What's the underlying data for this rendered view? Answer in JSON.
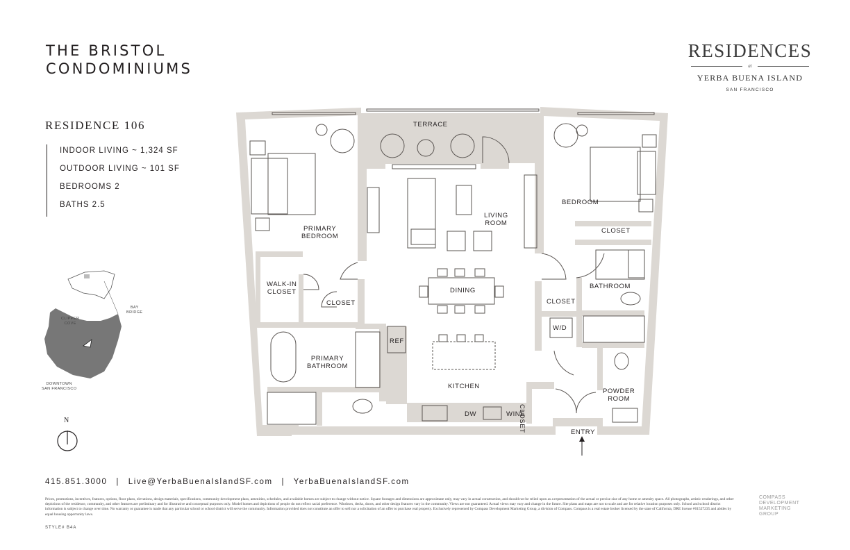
{
  "header": {
    "title_line1": "THE BRISTOL",
    "title_line2": "CONDOMINIUMS"
  },
  "brand": {
    "name": "RESIDENCES",
    "at": "at",
    "location": "YERBA BUENA ISLAND",
    "city": "SAN FRANCISCO"
  },
  "residence": {
    "name": "RESIDENCE 106",
    "specs": [
      "INDOOR LIVING ~ 1,324 SF",
      "OUTDOOR LIVING ~ 101 SF",
      "BEDROOMS 2",
      "BATHS 2.5"
    ]
  },
  "rooms": {
    "terrace": "TERRACE",
    "living_1": "LIVING",
    "living_2": "ROOM",
    "primary_bedroom_1": "PRIMARY",
    "primary_bedroom_2": "BEDROOM",
    "bedroom": "BEDROOM",
    "closet_bedroom": "CLOSET",
    "walkin_1": "WALK-IN",
    "walkin_2": "CLOSET",
    "closet_primary": "CLOSET",
    "dining": "DINING",
    "bathroom": "BATHROOM",
    "closet_hall": "CLOSET",
    "wd": "W/D",
    "ref": "REF",
    "primary_bath_1": "PRIMARY",
    "primary_bath_2": "BATHROOM",
    "kitchen": "KITCHEN",
    "dw": "DW",
    "wine": "WINE",
    "closet_entry": "CLOSET",
    "powder_1": "POWDER",
    "powder_2": "ROOM",
    "entry": "ENTRY"
  },
  "map": {
    "bay_bridge_1": "BAY",
    "bay_bridge_2": "BRIDGE",
    "clipper_1": "CLIPPER",
    "clipper_2": "COVE",
    "downtown_1": "DOWNTOWN",
    "downtown_2": "SAN FRANCISCO",
    "north": "N"
  },
  "footer": {
    "phone": "415.851.3000",
    "email": "Live@YerbaBuenaIslandSF.com",
    "website": "YerbaBuenaIslandSF.com",
    "separator": "|",
    "legal": "Prices, promotions, incentives, features, options, floor plans, elevations, design materials, specifications, community development plans, amenities, schedules, and available homes are subject to change without notice. Square footages and dimensions are approximate only, may vary in actual construction, and should not be relied upon as a representation of the actual or precise size of any home or amenity space. All photographs, artistic renderings, and other depictions of the residence, community, and other features are preliminary and for illustrative and conceptual purposes only. Model homes and depictions of people do not reflect racial preference. Windows, decks, doors, and other design features vary in the community. Views are not guaranteed. Actual views may vary and change in the future. Site plans and maps are not to scale and are for relative location purposes only. School and school district information is subject to change over time. No warranty or guarantee is made that any particular school or school district will serve the community. Information provided does not constitute an offer to sell nor a solicitation of an offer to purchase real property. Exclusively represented by Compass Development Marketing Group, a division of Compass. Compass is a real estate broker licensed by the state of California, DRE license #01527235 and abides by equal housing opportunity laws.",
    "style": "STYLE# B4A",
    "compass": [
      "COMPASS",
      "DEVELOPMENT",
      "MARKETING",
      "GROUP"
    ]
  },
  "colors": {
    "wall": "#dcd8d3",
    "line": "#5a5552",
    "text": "#231f20"
  }
}
